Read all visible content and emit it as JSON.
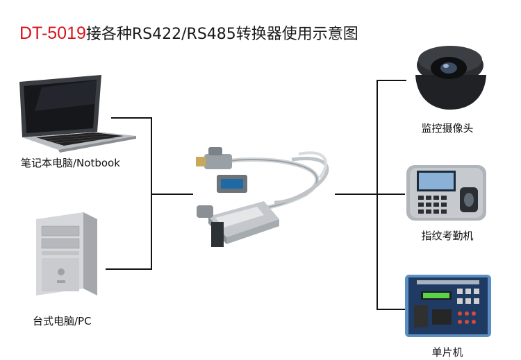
{
  "title": {
    "model": "DT-5019",
    "rest": "接各种RS422/RS485转换器使用示意图"
  },
  "devices": {
    "laptop": "笔记本电脑/Notbook",
    "desktop": "台式电脑/PC",
    "camera": "监控摄像头",
    "attendance": "指纹考勤机",
    "mcu": "单片机"
  },
  "colors": {
    "model": "#d8141c",
    "lines": "#111111"
  }
}
